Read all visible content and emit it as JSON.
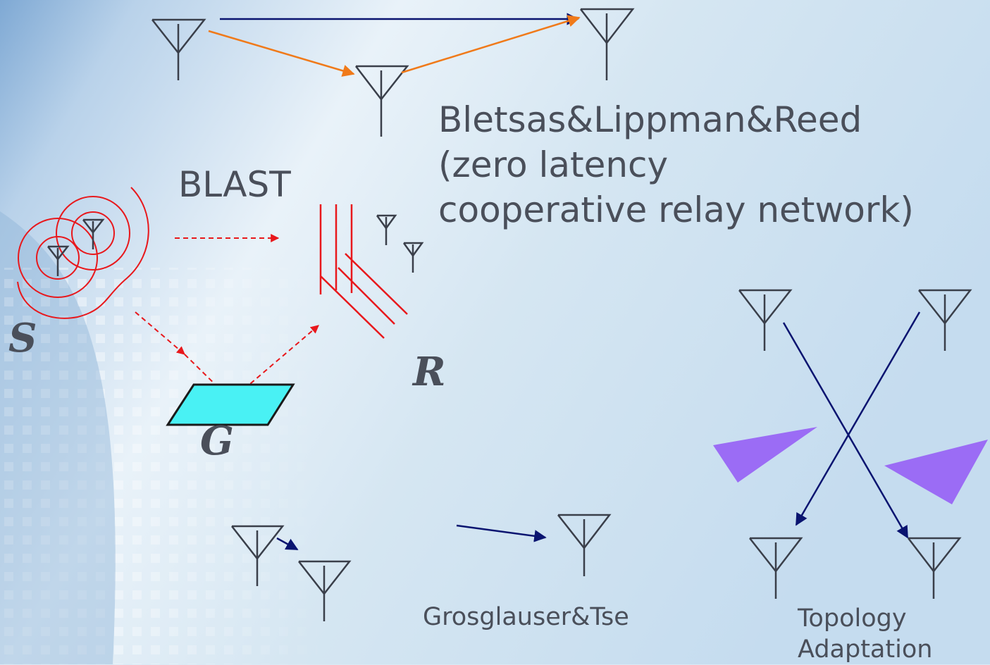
{
  "texts": {
    "relay_caption": "Bletsas&Lippman&Reed\n(zero latency\ncooperative relay network)",
    "blast": "BLAST",
    "grosglauser": "Grosglauser&Tse",
    "topology": "Topology\nAdaptation",
    "s": "S",
    "r": "R",
    "g": "G"
  },
  "colors": {
    "text": "#4a4f5a",
    "navy_arrow": "#0a1470",
    "orange_arrow": "#f07a1a",
    "red": "#e8181c",
    "ground_plane": "#49f1f4",
    "wedge": "#9b6cf5",
    "antenna": "#3a3f4a"
  }
}
